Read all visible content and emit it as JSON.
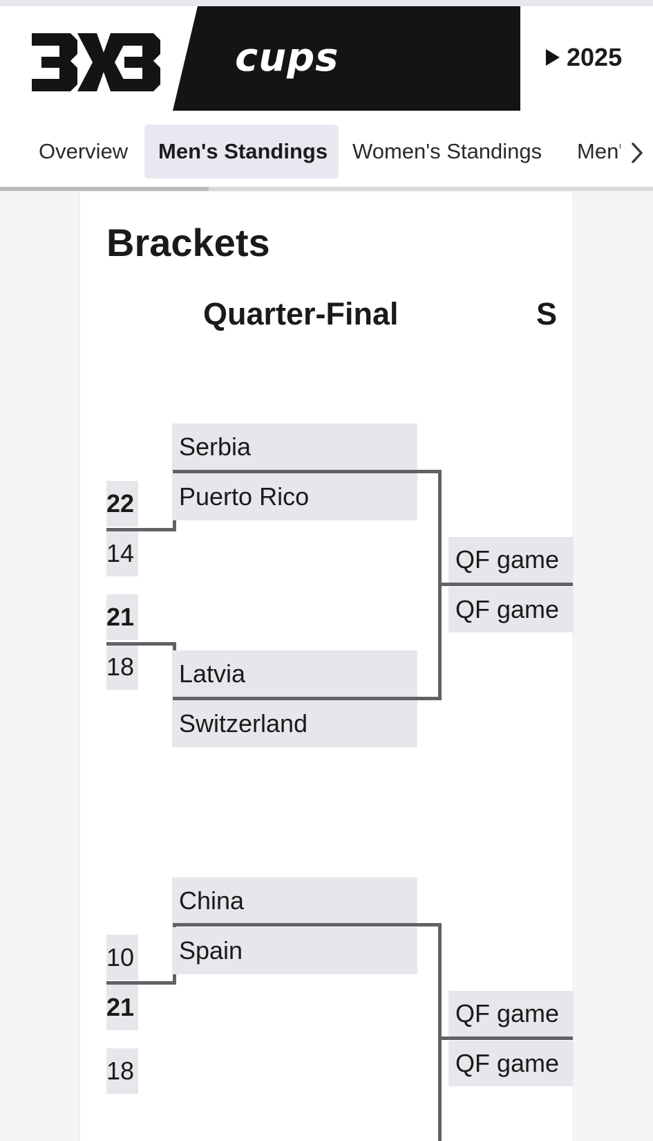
{
  "header": {
    "logo_text": "3X3",
    "brand": "cups",
    "year_label": "2025"
  },
  "nav": {
    "tabs": [
      {
        "label": "Overview",
        "active": false
      },
      {
        "label": "Men's Standings",
        "active": true
      },
      {
        "label": "Women's Standings",
        "active": false
      },
      {
        "label": "Men's",
        "active": false
      }
    ],
    "scroll_progress": 0.32
  },
  "brackets": {
    "title": "Brackets",
    "rounds": [
      "Quarter-Final",
      "S"
    ],
    "matchups": [
      {
        "teams": [
          "Serbia",
          "Puerto Rico"
        ],
        "scores": [
          {
            "value": "22",
            "winner": true
          },
          {
            "value": "14",
            "winner": false
          }
        ]
      },
      {
        "teams": [
          "Latvia",
          "Switzerland"
        ],
        "scores": [
          {
            "value": "21",
            "winner": true
          },
          {
            "value": "18",
            "winner": false
          }
        ]
      },
      {
        "teams": [
          "China",
          "Spain"
        ],
        "scores": [
          {
            "value": "10",
            "winner": false
          },
          {
            "value": "21",
            "winner": true
          }
        ]
      },
      {
        "teams": [],
        "scores": [
          {
            "value": "18",
            "winner": false
          }
        ]
      }
    ],
    "semi_slots": [
      "QF game",
      "QF game",
      "QF game",
      "QF game"
    ]
  }
}
